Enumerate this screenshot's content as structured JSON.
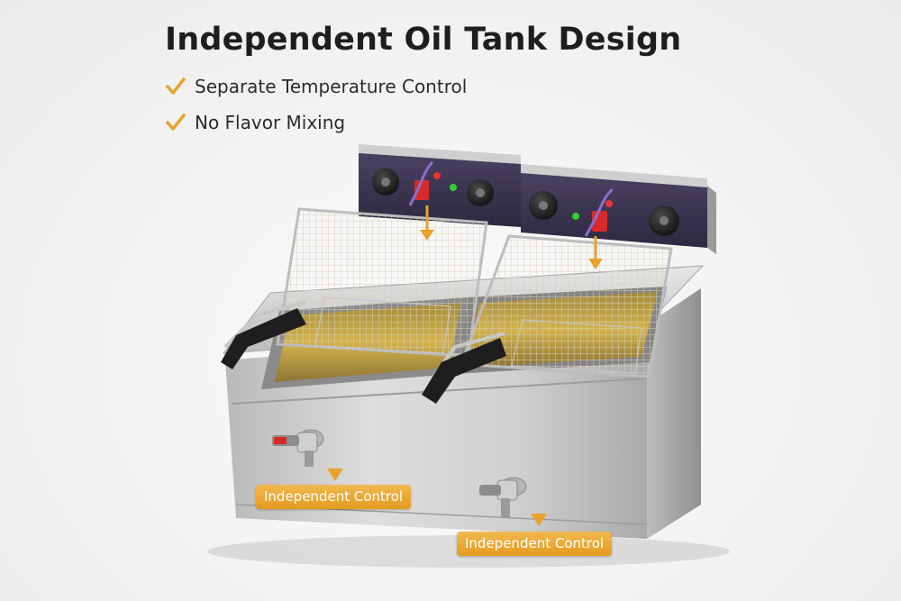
{
  "heading": "Independent Oil Tank Design",
  "features": [
    {
      "label": "Separate Temperature Control",
      "icon": "checkmark-icon"
    },
    {
      "label": "No Flavor Mixing",
      "icon": "checkmark-icon"
    }
  ],
  "callouts": [
    {
      "label": "Independent Control"
    },
    {
      "label": "Independent Control"
    }
  ],
  "colors": {
    "accent": "#E8A22C",
    "steel": "#C9C9C9",
    "panel": "#3B3350",
    "switch": "#D82A2A",
    "oil": "#C9A43A",
    "handle": "#1E1E1E"
  }
}
